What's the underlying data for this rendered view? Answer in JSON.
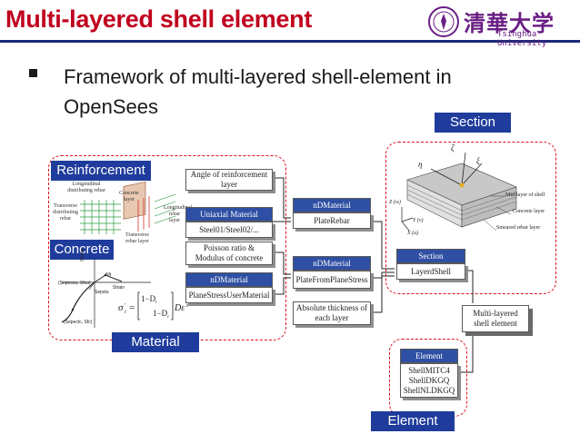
{
  "header": {
    "title": "Multi-layered shell element",
    "logo_cn": "清華大学",
    "logo_en": "Tsinghua University"
  },
  "bullet": {
    "text": "Framework of multi-layered shell-element in OpenSees"
  },
  "tags": {
    "reinforcement": "Reinforcement",
    "concrete": "Concrete",
    "material": "Material",
    "section": "Section",
    "element": "Element"
  },
  "reinforcement_sketch": {
    "longitudinal_distributing_rebar": "Longitudinal distributing rebar",
    "transverse_distributing_rebar": "Transverse distributing rebar",
    "concrete_layer": "Concrete layer",
    "longitudinal_rebar_layer": "Longitudinal rebar layer",
    "transverse_rebar_layer": "Transverse rebar layer"
  },
  "concrete_sketch": {
    "stress_label": "Stress",
    "strain_label": "Strain",
    "point_peak": "(Sepeccu, Sfcu)",
    "point_tension": "(Sepectc, Sfc)",
    "point_crack": "Sft",
    "point_ultimate": "Sepstu"
  },
  "material_boxes": {
    "angle": "Angle of reinforcement layer",
    "uniaxial_header": "Uniaxial Material",
    "steel": "Steel01/Steel02/...",
    "poisson": "Poisson ratio & Modulus of concrete",
    "ndm1_header": "nDMaterial",
    "plane_stress_user": "PlaneStressUserMaterial"
  },
  "nd_boxes": {
    "ndm_rebar_header": "nDMaterial",
    "plate_rebar": "PlateRebar",
    "ndm_pfps_header": "nDMaterial",
    "plate_from_plane_stress": "PlateFromPlaneStress",
    "thickness": "Absolute thickness of each layer"
  },
  "section_boxes": {
    "section_header": "Section",
    "layered_shell": "LayerdShell"
  },
  "section_figure": {
    "mid_layer": "Mid-layer of shell",
    "concrete_layer": "Concrete layer",
    "smeared_rebar": "Smeared rebar layer",
    "axis_z": "Z (w)",
    "axis_y": "Y (v)",
    "axis_x": "X (u)",
    "eta": "η",
    "zeta": "ζ",
    "xi": "ξ"
  },
  "element_boxes": {
    "element_header": "Element",
    "element_list": [
      "ShellMITC4",
      "ShellDKGQ",
      "ShellNLDKGQ"
    ]
  },
  "result_box": {
    "label": "Multi-layered shell element"
  }
}
